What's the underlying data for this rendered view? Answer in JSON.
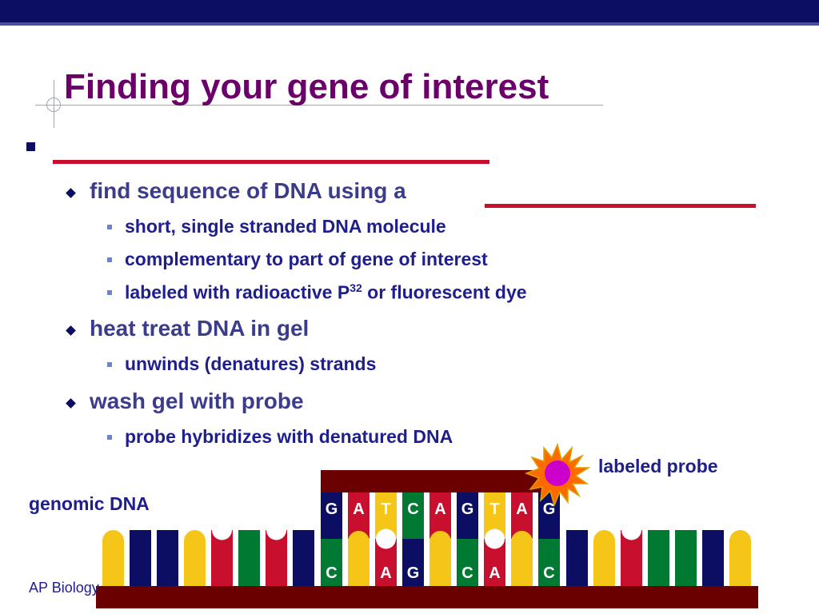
{
  "slide": {
    "title": "Finding your gene of interest",
    "bullets": [
      {
        "text": "find sequence of DNA using a",
        "subs": [
          "short, single stranded DNA molecule",
          "complementary to part of gene of interest",
          "labeled with radioactive P",
          "or fluorescent dye"
        ]
      },
      {
        "text": "heat treat DNA in gel",
        "subs": [
          "unwinds (denatures) strands"
        ]
      },
      {
        "text": "wash gel with probe",
        "subs": [
          "probe hybridizes with denatured DNA"
        ]
      }
    ],
    "superscript": "32",
    "footer": "AP Biology"
  },
  "diagram": {
    "labels": {
      "probe": "labeled probe",
      "genomic": "genomic DNA"
    },
    "probe_bases": [
      "G",
      "A",
      "T",
      "C",
      "A",
      "G",
      "T",
      "A",
      "G"
    ],
    "genome_bases": [
      "C",
      "",
      "A",
      "G",
      "",
      "C",
      "A",
      "",
      "C"
    ]
  },
  "colors": {
    "title": "#6b006b",
    "navy": "#0c0e63",
    "red": "#c8102e",
    "green": "#007a33",
    "yellow": "#f5c518",
    "backbone": "#6b0000"
  }
}
